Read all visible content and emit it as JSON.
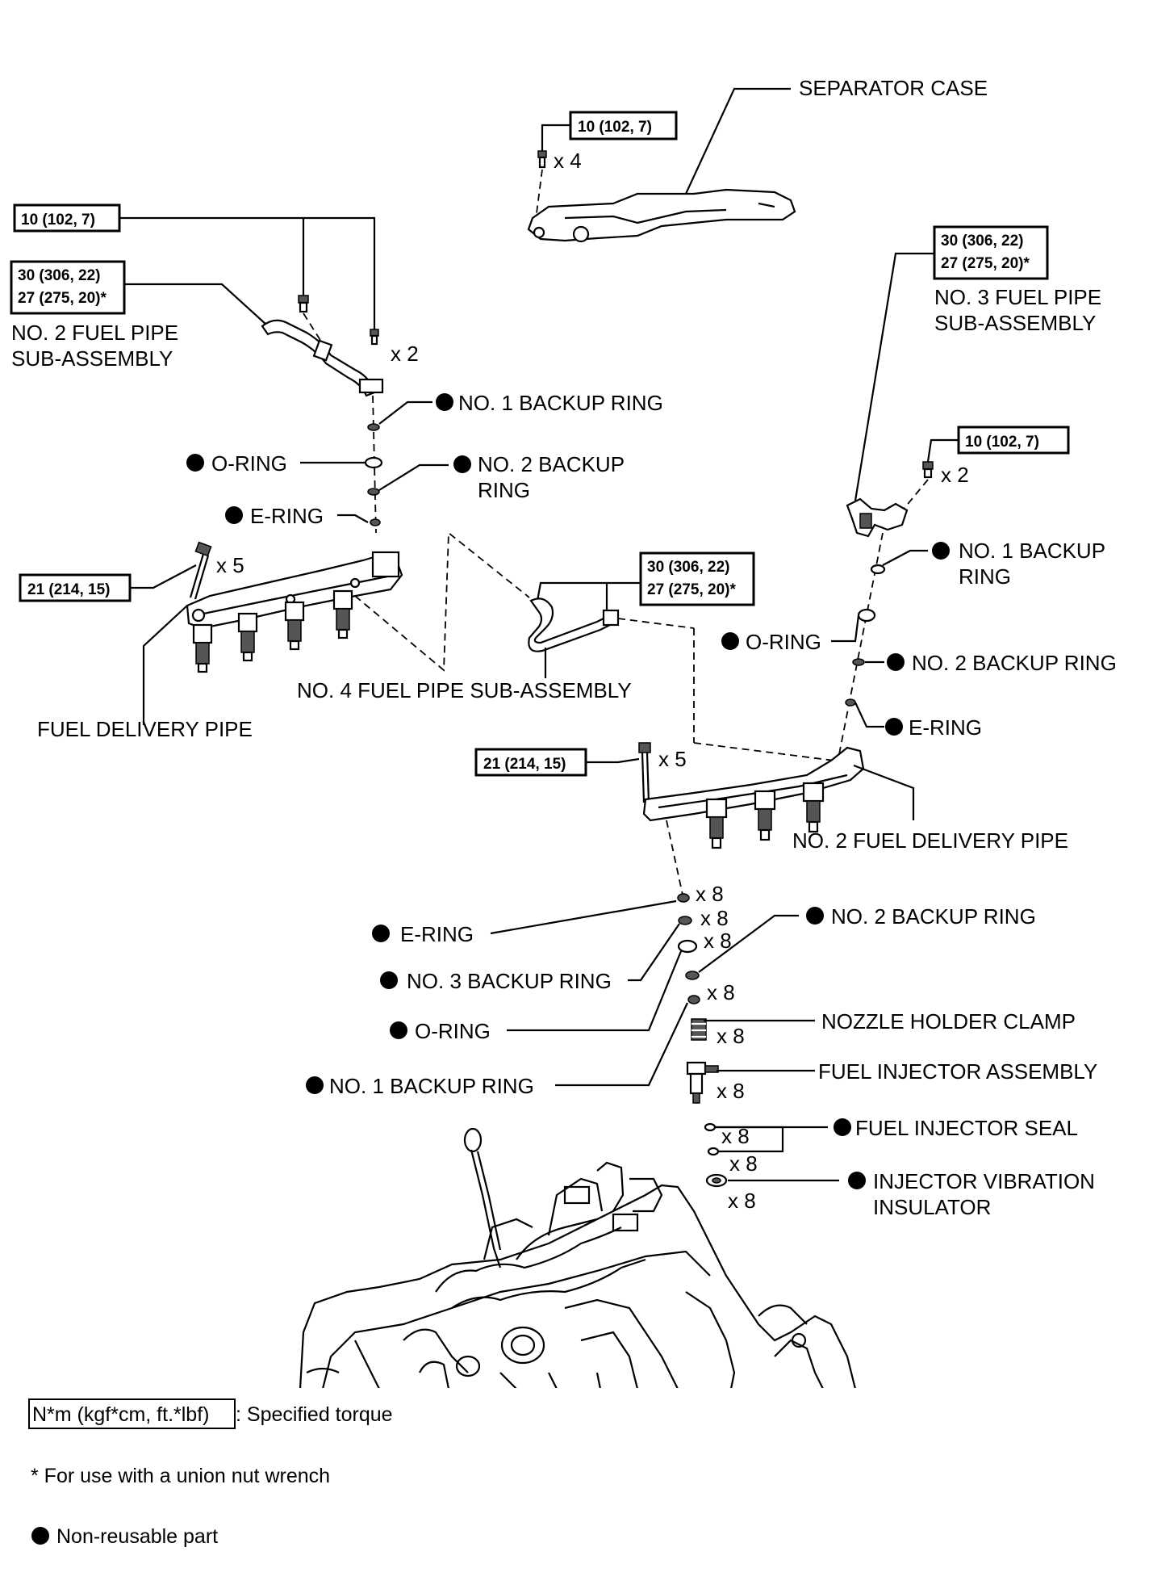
{
  "torque": {
    "t_sep": "10 (102, 7)",
    "t_no2_bolt": "10 (102, 7)",
    "t_no2_union_a": "30 (306, 22)",
    "t_no2_union_b": "27 (275, 20)*",
    "t_no3_union_a": "30 (306, 22)",
    "t_no3_union_b": "27 (275, 20)*",
    "t_no3_bolt": "10 (102, 7)",
    "t_no4_union_a": "30 (306, 22)",
    "t_no4_union_b": "27 (275, 20)*",
    "t_fdp_left": "21 (214, 15)",
    "t_fdp_right": "21 (214, 15)"
  },
  "parts": {
    "separator_case": "SEPARATOR CASE",
    "no2_fuel_pipe_l1": "NO. 2 FUEL PIPE",
    "no2_fuel_pipe_l2": "SUB-ASSEMBLY",
    "no3_fuel_pipe_l1": "NO. 3 FUEL PIPE",
    "no3_fuel_pipe_l2": "SUB-ASSEMBLY",
    "no4_fuel_pipe": "NO. 4 FUEL PIPE SUB-ASSEMBLY",
    "fuel_delivery_pipe": "FUEL DELIVERY PIPE",
    "no2_fuel_delivery_pipe": "NO. 2 FUEL DELIVERY PIPE",
    "l_no1_backup": "NO. 1 BACKUP RING",
    "l_oring": "O-RING",
    "l_no2_backup_l1": "NO. 2 BACKUP",
    "l_no2_backup_l2": "RING",
    "l_ering": "E-RING",
    "r_no1_backup_l1": "NO. 1 BACKUP",
    "r_no1_backup_l2": "RING",
    "r_oring": "O-RING",
    "r_no2_backup": "NO. 2 BACKUP RING",
    "r_ering": "E-RING",
    "i_ering": "E-RING",
    "i_no3_backup": "NO. 3 BACKUP RING",
    "i_no2_backup": "NO. 2 BACKUP RING",
    "i_oring": "O-RING",
    "i_no1_backup": "NO. 1 BACKUP RING",
    "nozzle_holder_clamp": "NOZZLE HOLDER CLAMP",
    "fuel_injector_assembly": "FUEL INJECTOR ASSEMBLY",
    "fuel_injector_seal": "FUEL INJECTOR SEAL",
    "injector_vib_l1": "INJECTOR VIBRATION",
    "injector_vib_l2": "INSULATOR"
  },
  "qty": {
    "q_sep": "x 4",
    "q_no2_bolt": "x 2",
    "q_no3_bolt": "x 2",
    "q_fdp_left": "x 5",
    "q_fdp_right": "x 5",
    "q_ering": "x 8",
    "q_no3b": "x 8",
    "q_oring": "x 8",
    "q_no1b": "x 8",
    "q_clamp": "x 8",
    "q_inj": "x 8",
    "q_seal_a": "x 8",
    "q_seal_b": "x 8",
    "q_vib": "x 8"
  },
  "legend": {
    "torque_unit": "N*m (kgf*cm, ft.*lbf)",
    "torque_desc": ": Specified torque",
    "union_note": "* For use with a union nut wrench",
    "nonreusable": "Non-reusable part"
  }
}
